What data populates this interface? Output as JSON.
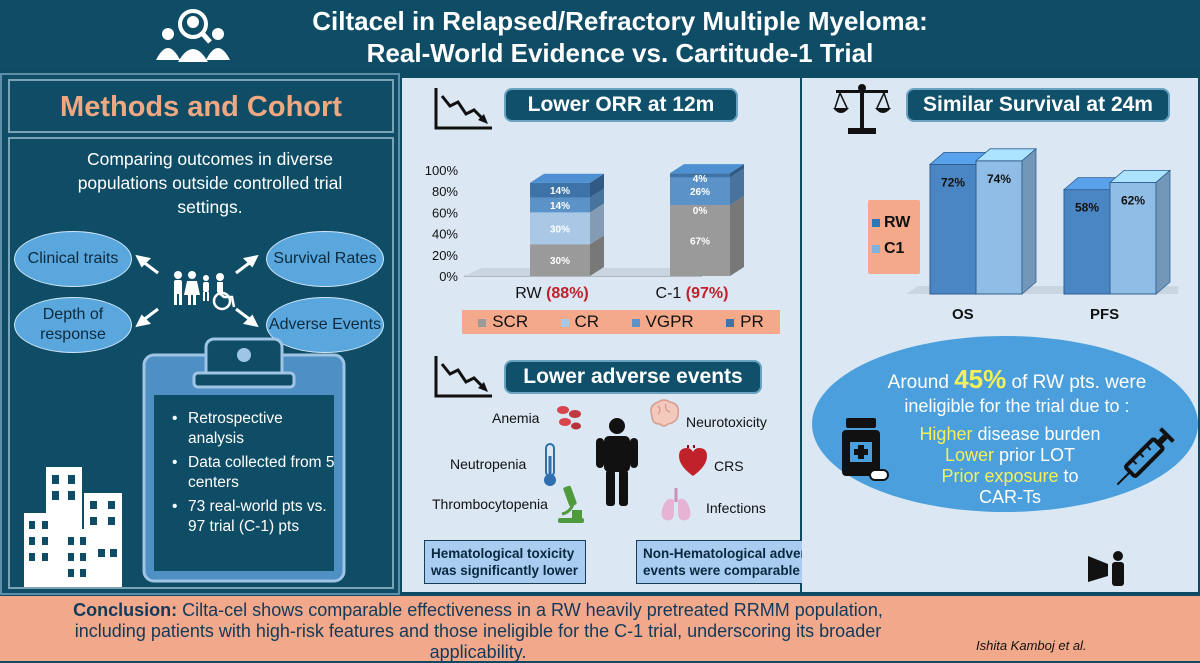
{
  "header": {
    "title_line1": "Ciltacel in Relapsed/Refractory Multiple Myeloma:",
    "title_line2": "Real-World Evidence vs. Cartitude-1 Trial"
  },
  "methods": {
    "title": "Methods and Cohort",
    "intro": "Comparing outcomes in diverse populations outside controlled trial settings.",
    "bubbles": {
      "clinical": "Clinical traits",
      "survival": "Survival Rates",
      "depth": "Depth of response",
      "adverse": "Adverse Events"
    },
    "list": [
      "Retrospective analysis",
      "Data collected from 5 centers",
      "73 real-world pts vs. 97 trial (C-1) pts"
    ]
  },
  "orr": {
    "title": "Lower ORR at 12m",
    "rw_label": "RW",
    "rw_total": "(88%)",
    "c1_label": "C-1",
    "c1_total": "(97%)",
    "legend": [
      "SCR",
      "CR",
      "VGPR",
      "PR"
    ]
  },
  "adverse": {
    "title": "Lower adverse events",
    "labels": {
      "anemia": "Anemia",
      "neurotoxicity": "Neurotoxicity",
      "neutropenia": "Neutropenia",
      "crs": "CRS",
      "thrombocytopenia": "Thrombocytopenia",
      "infections": "Infections"
    },
    "note1": "Hematological toxicity was significantly lower",
    "note2": "Non-Hematological adverse events were comparable"
  },
  "survival": {
    "title": "Similar Survival at 24m",
    "legend_rw": "RW",
    "legend_c1": "C1",
    "cat_os": "OS",
    "cat_pfs": "PFS"
  },
  "ineligible": {
    "prefix": "Around",
    "percent": "45%",
    "suffix": "of RW pts. were",
    "line2": "ineligible for the trial due to :",
    "r1_hl": "Higher",
    "r1_rest": " disease burden",
    "r2_hl": "Lower",
    "r2_rest": " prior LOT",
    "r3_hl": "Prior exposure",
    "r3_rest": " to",
    "r4": "CAR-Ts"
  },
  "conclusion": {
    "label": "Conclusion:",
    "text": " Cilta-cel shows comparable effectiveness in a RW heavily pretreated RRMM population, including patients with high-risk features and those ineligible for the C-1 trial, underscoring its broader applicability.",
    "author": "Ishita Kamboj et al."
  },
  "chart_data": [
    {
      "type": "bar",
      "stacked": true,
      "title": "Lower ORR at 12m",
      "categories": [
        "RW",
        "C-1"
      ],
      "series": [
        {
          "name": "SCR",
          "values": [
            30,
            67
          ]
        },
        {
          "name": "CR",
          "values": [
            30,
            0
          ]
        },
        {
          "name": "VGPR",
          "values": [
            14,
            26
          ]
        },
        {
          "name": "PR",
          "values": [
            14,
            4
          ]
        }
      ],
      "ylim": [
        0,
        100
      ],
      "yticks": [
        "0%",
        "20%",
        "40%",
        "60%",
        "80%",
        "100%"
      ],
      "colors": {
        "SCR": "#9a9a9a",
        "CR": "#a9c8e6",
        "VGPR": "#5b93c9",
        "PR": "#3e73a8"
      }
    },
    {
      "type": "bar",
      "title": "Similar Survival at 24m",
      "categories": [
        "OS",
        "PFS"
      ],
      "series": [
        {
          "name": "RW",
          "values": [
            72,
            58
          ]
        },
        {
          "name": "C1",
          "values": [
            74,
            62
          ]
        }
      ],
      "ylim": [
        0,
        100
      ],
      "colors": {
        "RW": "#4a86c3",
        "C1": "#8fbde6"
      }
    }
  ]
}
